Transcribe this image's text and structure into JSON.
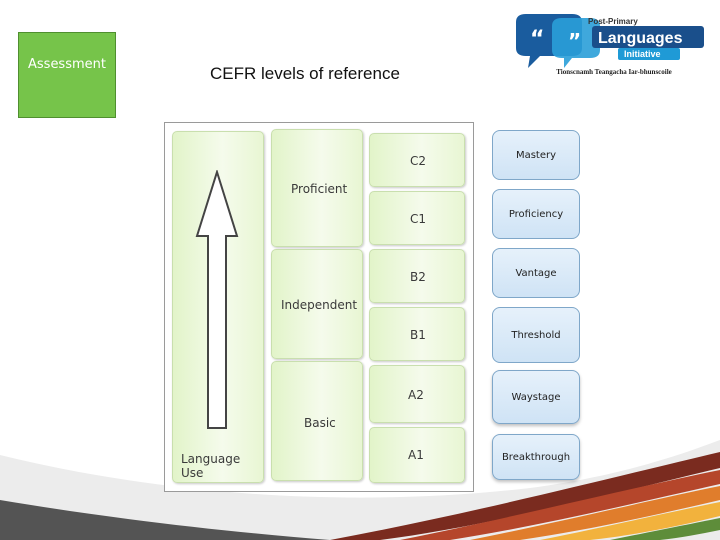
{
  "slide": {
    "badge": "Assessment",
    "title": "CEFR levels of reference"
  },
  "logo": {
    "line1": "Post-Primary",
    "line2": "Languages",
    "line3": "Initiative",
    "subtitle": "Tionscnamh Teangacha Iar-bhunscoile"
  },
  "diagram": {
    "axis_label": "Language Use",
    "groups": [
      "Proficient",
      "Independent",
      "Basic"
    ],
    "levels": [
      "C2",
      "C1",
      "B2",
      "B1",
      "A2",
      "A1"
    ]
  },
  "descriptors": [
    "Mastery",
    "Proficiency",
    "Vantage",
    "Threshold",
    "Waystage",
    "Breakthrough"
  ],
  "colors": {
    "badge_green": "#76c44a",
    "cell_green": "#e8f6d3",
    "descriptor_blue": "#cfe3f5",
    "logo_blue": "#1a4f8b",
    "logo_teal": "#1f9ad6"
  }
}
